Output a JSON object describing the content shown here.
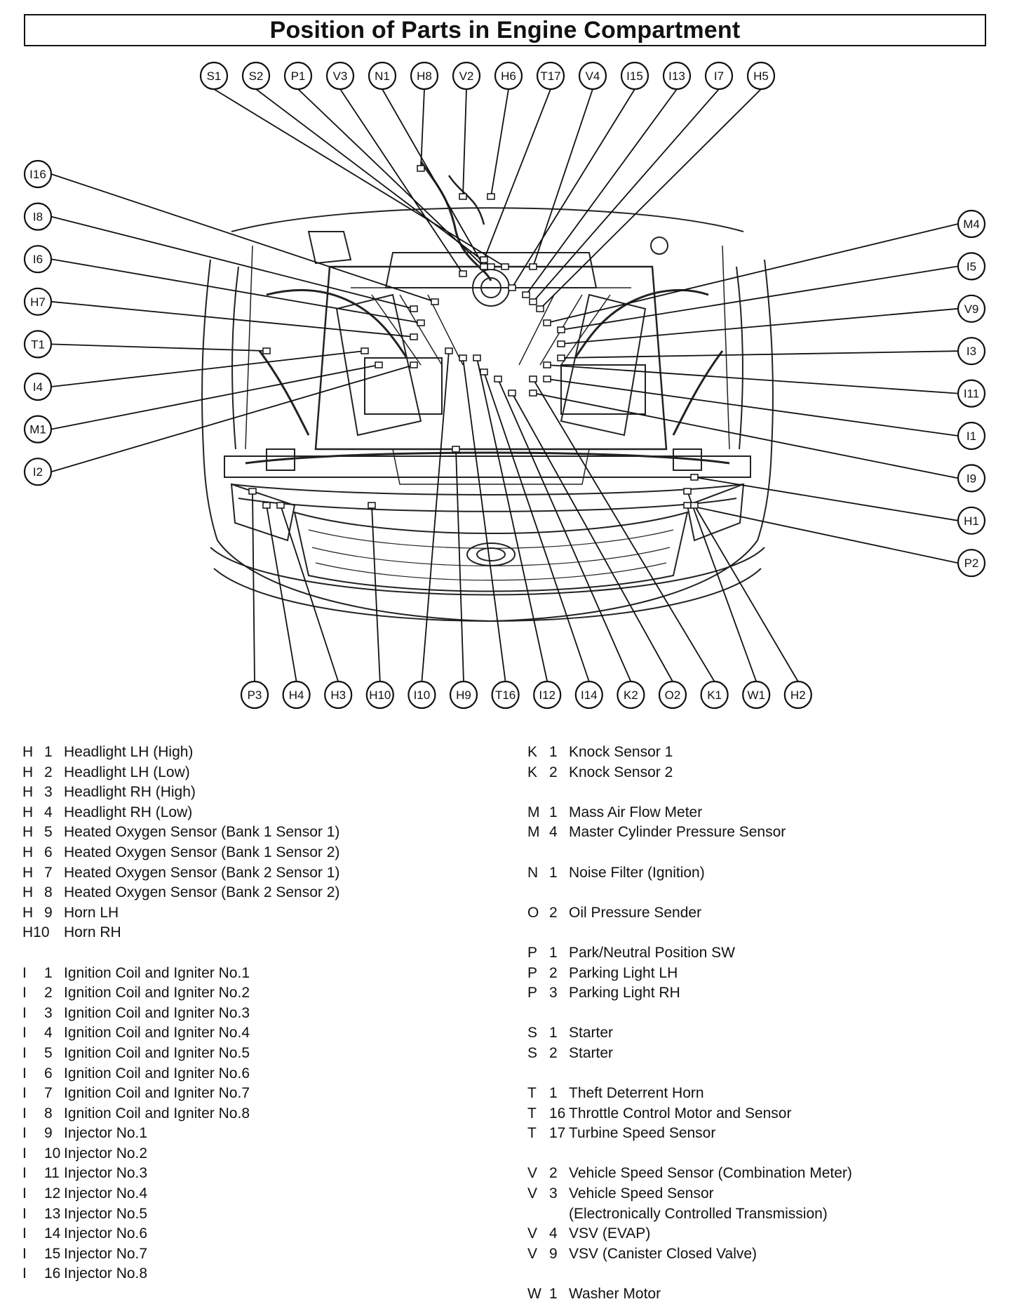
{
  "header": {
    "title": "Position of Parts in Engine Compartment"
  },
  "callouts": {
    "top": [
      "S1",
      "S2",
      "P1",
      "V3",
      "N1",
      "H8",
      "V2",
      "H6",
      "T17",
      "V4",
      "I15",
      "I13",
      "I7",
      "H5"
    ],
    "left": [
      "I16",
      "I8",
      "I6",
      "H7",
      "T1",
      "I4",
      "M1",
      "I2"
    ],
    "right": [
      "M4",
      "I5",
      "V9",
      "I3",
      "I11",
      "I1",
      "I9",
      "H1",
      "P2"
    ],
    "bottom": [
      "P3",
      "H4",
      "H3",
      "H10",
      "I10",
      "H9",
      "T16",
      "I12",
      "I14",
      "K2",
      "O2",
      "K1",
      "W1",
      "H2"
    ]
  },
  "legend": {
    "left": [
      {
        "letter": "H",
        "num": "1",
        "desc": "Headlight LH (High)",
        "gap": false
      },
      {
        "letter": "H",
        "num": "2",
        "desc": "Headlight LH (Low)",
        "gap": false
      },
      {
        "letter": "H",
        "num": "3",
        "desc": "Headlight RH (High)",
        "gap": false
      },
      {
        "letter": "H",
        "num": "4",
        "desc": "Headlight RH (Low)",
        "gap": false
      },
      {
        "letter": "H",
        "num": "5",
        "desc": "Heated Oxygen Sensor (Bank 1 Sensor 1)",
        "gap": false
      },
      {
        "letter": "H",
        "num": "6",
        "desc": "Heated Oxygen Sensor (Bank 1 Sensor 2)",
        "gap": false
      },
      {
        "letter": "H",
        "num": "7",
        "desc": "Heated Oxygen Sensor (Bank 2 Sensor 1)",
        "gap": false
      },
      {
        "letter": "H",
        "num": "8",
        "desc": "Heated Oxygen Sensor (Bank 2 Sensor 2)",
        "gap": false
      },
      {
        "letter": "H",
        "num": "9",
        "desc": "Horn LH",
        "gap": false
      },
      {
        "letter": "H10",
        "num": "",
        "desc": "Horn RH",
        "gap": false
      },
      {
        "letter": "I",
        "num": "1",
        "desc": "Ignition Coil and Igniter No.1",
        "gap": true
      },
      {
        "letter": "I",
        "num": "2",
        "desc": "Ignition Coil and Igniter No.2",
        "gap": false
      },
      {
        "letter": "I",
        "num": "3",
        "desc": "Ignition Coil and Igniter No.3",
        "gap": false
      },
      {
        "letter": "I",
        "num": "4",
        "desc": "Ignition Coil and Igniter No.4",
        "gap": false
      },
      {
        "letter": "I",
        "num": "5",
        "desc": "Ignition Coil and Igniter No.5",
        "gap": false
      },
      {
        "letter": "I",
        "num": "6",
        "desc": "Ignition Coil and Igniter No.6",
        "gap": false
      },
      {
        "letter": "I",
        "num": "7",
        "desc": "Ignition Coil and Igniter No.7",
        "gap": false
      },
      {
        "letter": "I",
        "num": "8",
        "desc": "Ignition Coil and Igniter No.8",
        "gap": false
      },
      {
        "letter": "I",
        "num": "9",
        "desc": "Injector No.1",
        "gap": false
      },
      {
        "letter": "I",
        "num": "10",
        "desc": "Injector No.2",
        "gap": false
      },
      {
        "letter": "I",
        "num": "11",
        "desc": "Injector No.3",
        "gap": false
      },
      {
        "letter": "I",
        "num": "12",
        "desc": "Injector No.4",
        "gap": false
      },
      {
        "letter": "I",
        "num": "13",
        "desc": "Injector No.5",
        "gap": false
      },
      {
        "letter": "I",
        "num": "14",
        "desc": "Injector No.6",
        "gap": false
      },
      {
        "letter": "I",
        "num": "15",
        "desc": "Injector No.7",
        "gap": false
      },
      {
        "letter": "I",
        "num": "16",
        "desc": "Injector No.8",
        "gap": false
      }
    ],
    "right": [
      {
        "letter": "K",
        "num": "1",
        "desc": "Knock Sensor 1",
        "gap": false
      },
      {
        "letter": "K",
        "num": "2",
        "desc": "Knock Sensor 2",
        "gap": false
      },
      {
        "letter": "M",
        "num": "1",
        "desc": "Mass Air Flow Meter",
        "gap": true
      },
      {
        "letter": "M",
        "num": "4",
        "desc": "Master Cylinder Pressure Sensor",
        "gap": false
      },
      {
        "letter": "N",
        "num": "1",
        "desc": "Noise Filter (Ignition)",
        "gap": true
      },
      {
        "letter": "O",
        "num": "2",
        "desc": "Oil Pressure Sender",
        "gap": true
      },
      {
        "letter": "P",
        "num": "1",
        "desc": "Park/Neutral Position SW",
        "gap": true
      },
      {
        "letter": "P",
        "num": "2",
        "desc": "Parking Light LH",
        "gap": false
      },
      {
        "letter": "P",
        "num": "3",
        "desc": "Parking Light RH",
        "gap": false
      },
      {
        "letter": "S",
        "num": "1",
        "desc": "Starter",
        "gap": true
      },
      {
        "letter": "S",
        "num": "2",
        "desc": "Starter",
        "gap": false
      },
      {
        "letter": "T",
        "num": "1",
        "desc": "Theft Deterrent Horn",
        "gap": true
      },
      {
        "letter": "T",
        "num": "16",
        "desc": "Throttle Control Motor and Sensor",
        "gap": false
      },
      {
        "letter": "T",
        "num": "17",
        "desc": "Turbine Speed Sensor",
        "gap": false
      },
      {
        "letter": "V",
        "num": "2",
        "desc": "Vehicle Speed Sensor (Combination Meter)",
        "gap": true
      },
      {
        "letter": "V",
        "num": "3",
        "desc": "Vehicle Speed Sensor",
        "gap": false
      },
      {
        "letter": "",
        "num": "",
        "desc": "(Electronically Controlled Transmission)",
        "gap": false
      },
      {
        "letter": "V",
        "num": "4",
        "desc": "VSV (EVAP)",
        "gap": false
      },
      {
        "letter": "V",
        "num": "9",
        "desc": "VSV (Canister Closed Valve)",
        "gap": false
      },
      {
        "letter": "W",
        "num": "1",
        "desc": "Washer Motor",
        "gap": true
      }
    ]
  }
}
